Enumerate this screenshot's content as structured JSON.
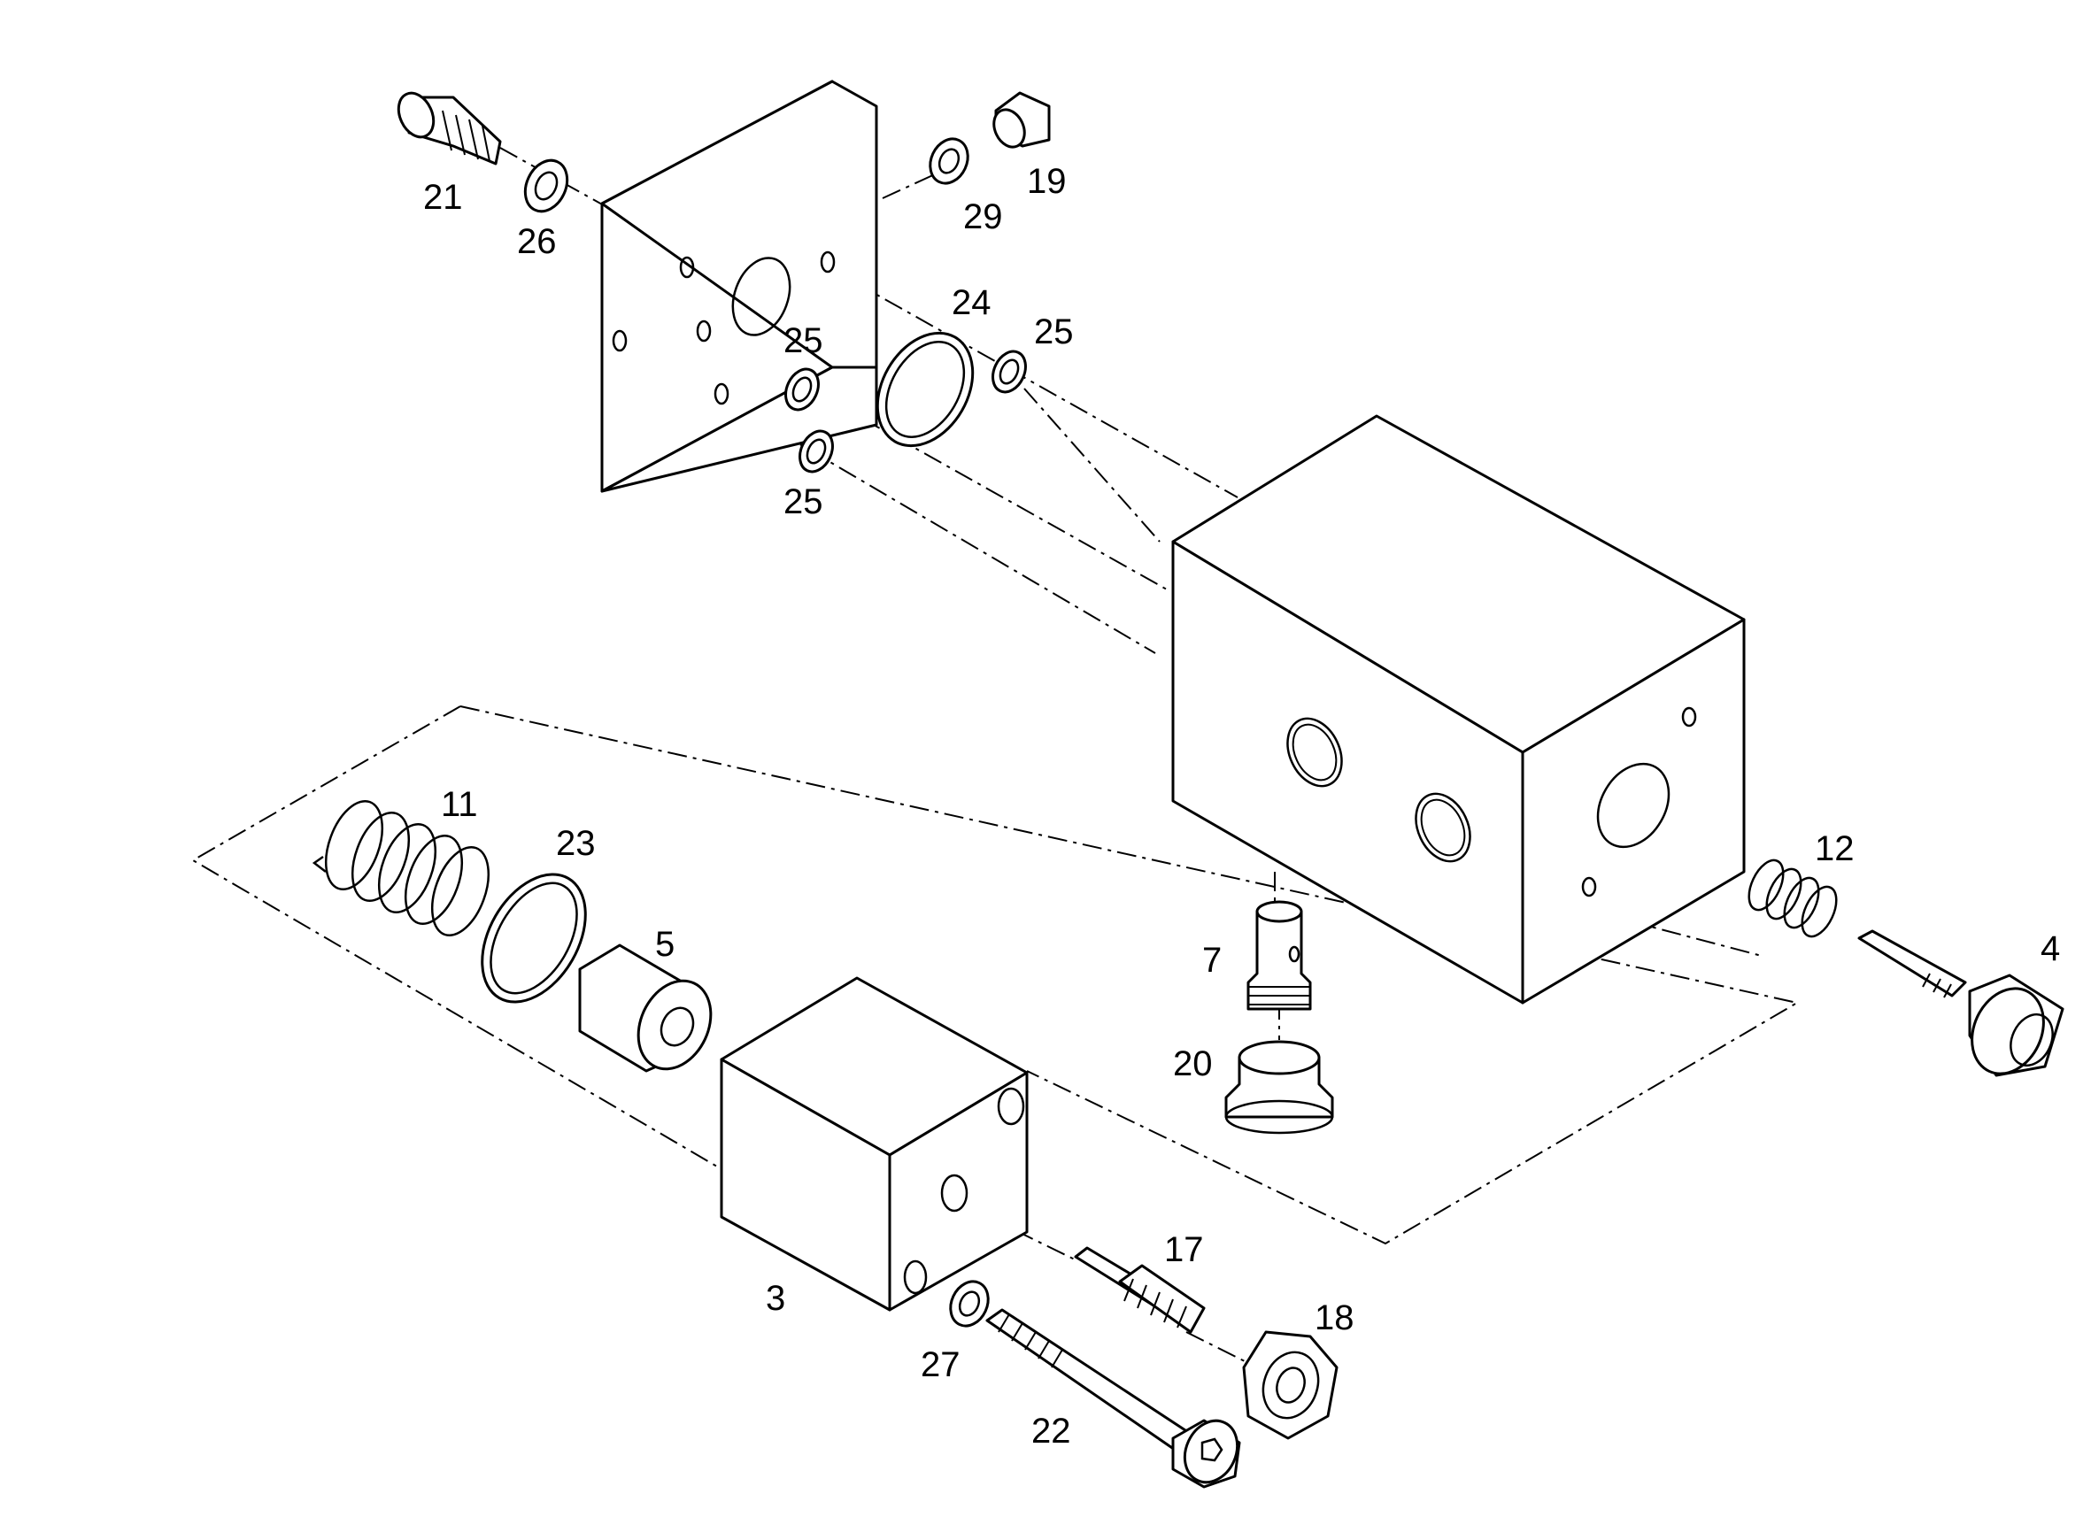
{
  "callouts": {
    "c3": "3",
    "c4": "4",
    "c5": "5",
    "c7": "7",
    "c11": "11",
    "c12": "12",
    "c17": "17",
    "c18": "18",
    "c19": "19",
    "c20": "20",
    "c21": "21",
    "c22": "22",
    "c23": "23",
    "c24": "24",
    "c25a": "25",
    "c25b": "25",
    "c25c": "25",
    "c26": "26",
    "c27": "27",
    "c29": "29"
  }
}
